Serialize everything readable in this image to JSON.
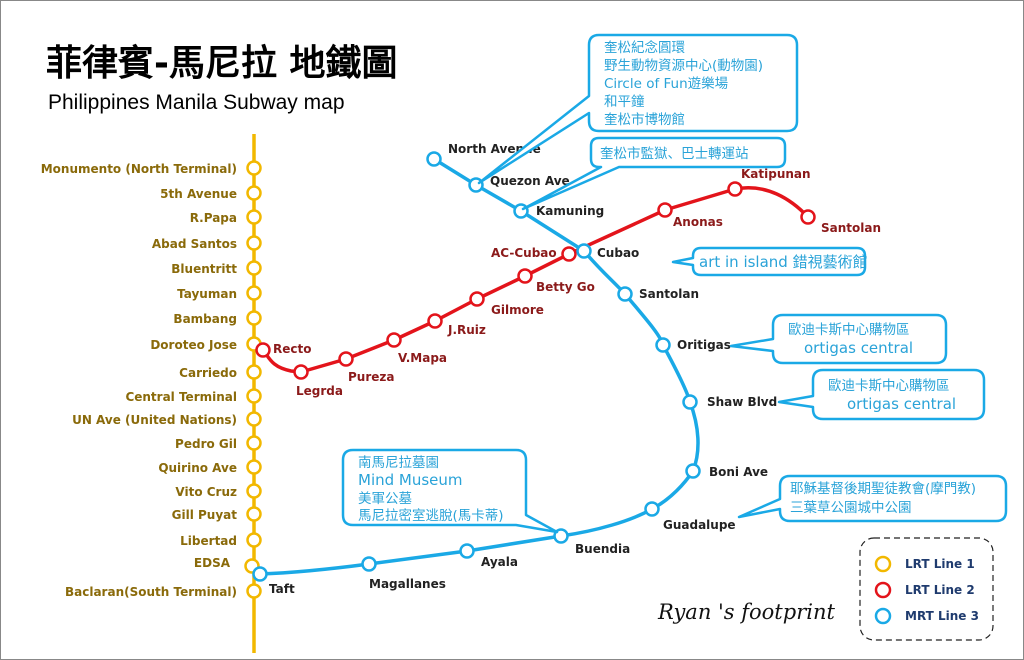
{
  "title_zh": "菲律賓-馬尼拉 地鐵圖",
  "title_en": "Philippines Manila Subway map",
  "signature": "Ryan 's footprint",
  "colors": {
    "lrt1": "#f2b800",
    "lrt2": "#e3141b",
    "mrt3": "#1aa9e6",
    "lrt1_text": "#8a6a0a",
    "lrt2_text": "#8b1a1a",
    "note": "#2aa3d8"
  },
  "legend": [
    {
      "label": "LRT Line 1",
      "color": "#f2b800"
    },
    {
      "label": "LRT Line 2",
      "color": "#e3141b"
    },
    {
      "label": "MRT Line 3",
      "color": "#1aa9e6"
    }
  ],
  "lrt1": [
    "Monumento (North Terminal)",
    "5th Avenue",
    "R.Papa",
    "Abad Santos",
    "Bluentritt",
    "Tayuman",
    "Bambang",
    "Doroteo Jose",
    "Carriedo",
    "Central Terminal",
    "UN Ave (United Nations)",
    "Pedro Gil",
    "Quirino Ave",
    "Vito Cruz",
    "Gill Puyat",
    "Libertad",
    "EDSA",
    "Baclaran(South Terminal)"
  ],
  "lrt2": [
    "Recto",
    "Legrda",
    "Pureza",
    "V.Mapa",
    "J.Ruiz",
    "Gilmore",
    "Betty Go",
    "AC-Cubao",
    "Anonas",
    "Katipunan",
    "Santolan"
  ],
  "mrt3": [
    "North Avenue",
    "Quezon Ave",
    "Kamuning",
    "Cubao",
    "Santolan",
    "Oritigas",
    "Shaw Blvd",
    "Boni Ave",
    "Guadalupe",
    "Buendia",
    "Ayala",
    "Magallanes",
    "Taft"
  ],
  "notes": {
    "quezon": [
      "奎松紀念圓環",
      "野生動物資源中心(動物園)",
      "Circle of Fun遊樂場",
      "和平鐘",
      "奎松市博物館"
    ],
    "kamuning": "奎松市監獄、巴士轉運站",
    "cubao": "art in island 錯視藝術館",
    "ortigas": [
      "歐迪卡斯中心購物區",
      "ortigas central"
    ],
    "shaw": [
      "歐迪卡斯中心購物區",
      "ortigas central"
    ],
    "buendia": [
      "南馬尼拉墓園",
      "Mind Museum",
      "美軍公墓",
      "馬尼拉密室逃脫(馬卡蒂)"
    ],
    "guadalupe": [
      "耶穌基督後期聖徒教會(摩門教)",
      "三葉草公園城中公園"
    ]
  }
}
